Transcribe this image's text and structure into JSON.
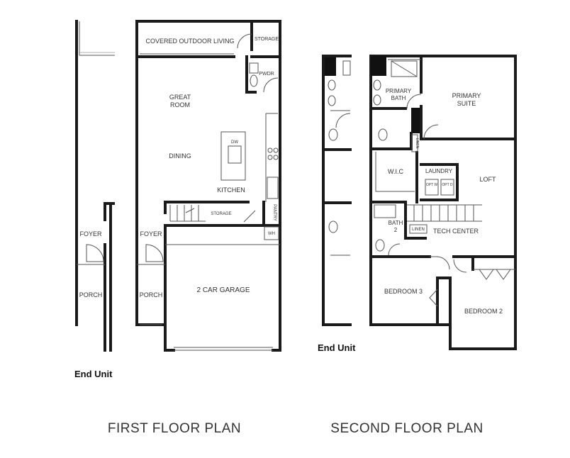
{
  "first_floor": {
    "caption": "FIRST FLOOR PLAN",
    "unit_label": "End Unit",
    "rooms": {
      "covered_outdoor_living": "COVERED OUTDOOR LIVING",
      "storage_top": "STORAGE",
      "pwdr": "PWDR",
      "great_room_1": "GREAT",
      "great_room_2": "ROOM",
      "dining": "DINING",
      "kitchen": "KITCHEN",
      "dw": "DW",
      "storage_stair": "STORAGE",
      "pantry": "PANTRY",
      "wh": "WH",
      "foyer": "FOYER",
      "porch": "PORCH",
      "garage": "2 CAR GARAGE",
      "neighbor_foyer": "FOYER",
      "neighbor_porch": "PORCH"
    }
  },
  "second_floor": {
    "caption": "SECOND FLOOR PLAN",
    "unit_label": "End Unit",
    "rooms": {
      "primary_bath_1": "PRIMARY",
      "primary_bath_2": "BATH",
      "primary_suite_1": "PRIMARY",
      "primary_suite_2": "SUITE",
      "wic": "W.I.C",
      "laundry": "LAUNDRY",
      "loft": "LOFT",
      "linen_vertical": "LINEN",
      "linen": "LINEN",
      "bath2_1": "BATH",
      "bath2_2": "2",
      "tech_center": "TECH CENTER",
      "bedroom3": "BEDROOM 3",
      "bedroom2": "BEDROOM 2",
      "opt_w": "OPT W",
      "opt_d": "OPT D"
    }
  },
  "colors": {
    "wall": "#1a1a1a",
    "text": "#333333",
    "background": "#ffffff"
  }
}
